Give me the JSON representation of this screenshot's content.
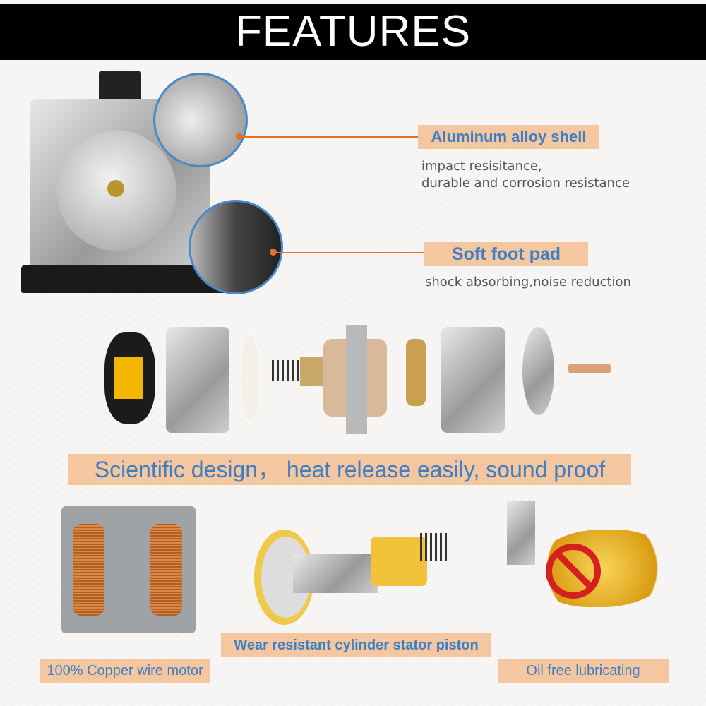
{
  "title": "FEATURES",
  "features": [
    {
      "label": "Aluminum alloy shell",
      "desc": [
        "impact resisitance,",
        "durable and corrosion resistance"
      ]
    },
    {
      "label": "Soft foot pad",
      "desc": [
        "shock absorbing,noise reduction"
      ]
    }
  ],
  "banner": "Scientific design， heat release easily, sound proof",
  "bottom": [
    {
      "label": "100% Copper wire motor"
    },
    {
      "label": "Wear resistant cylinder stator piston"
    },
    {
      "label": "Oil free lubricating"
    }
  ],
  "colors": {
    "label_bg": "#f5c7a1",
    "label_text": "#3d7fc4",
    "accent_line": "#e0702c"
  }
}
